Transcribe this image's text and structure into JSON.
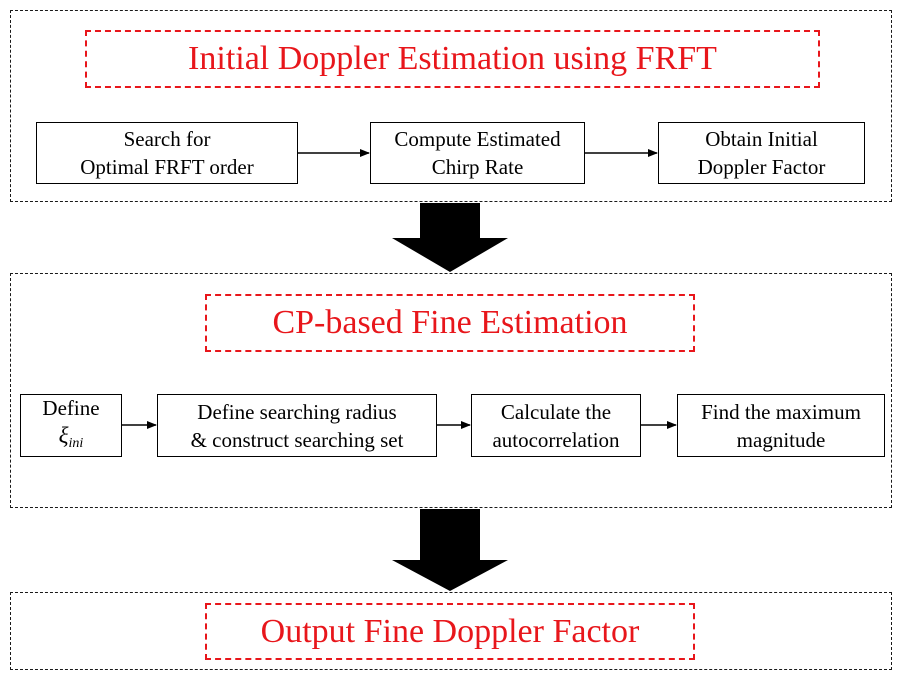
{
  "stage1": {
    "title": "Initial Doppler Estimation using FRFT",
    "steps": [
      {
        "line1": "Search for",
        "line2": "Optimal FRFT order"
      },
      {
        "line1": "Compute Estimated",
        "line2": "Chirp Rate"
      },
      {
        "line1": "Obtain Initial",
        "line2": "Doppler Factor"
      }
    ]
  },
  "stage2": {
    "title": "CP-based Fine Estimation",
    "steps": [
      {
        "line1": "Define",
        "symbol": "ξ",
        "subscript": "ini"
      },
      {
        "line1": "Define searching radius",
        "line2": "& construct searching set"
      },
      {
        "line1": "Calculate the",
        "line2": "autocorrelation"
      },
      {
        "line1": "Find the maximum",
        "line2": "magnitude"
      }
    ]
  },
  "stage3": {
    "title": "Output Fine Doppler Factor"
  },
  "colors": {
    "title_red": "#e8161b",
    "stroke": "#000000",
    "outer_dash": "#1a1a1a"
  }
}
